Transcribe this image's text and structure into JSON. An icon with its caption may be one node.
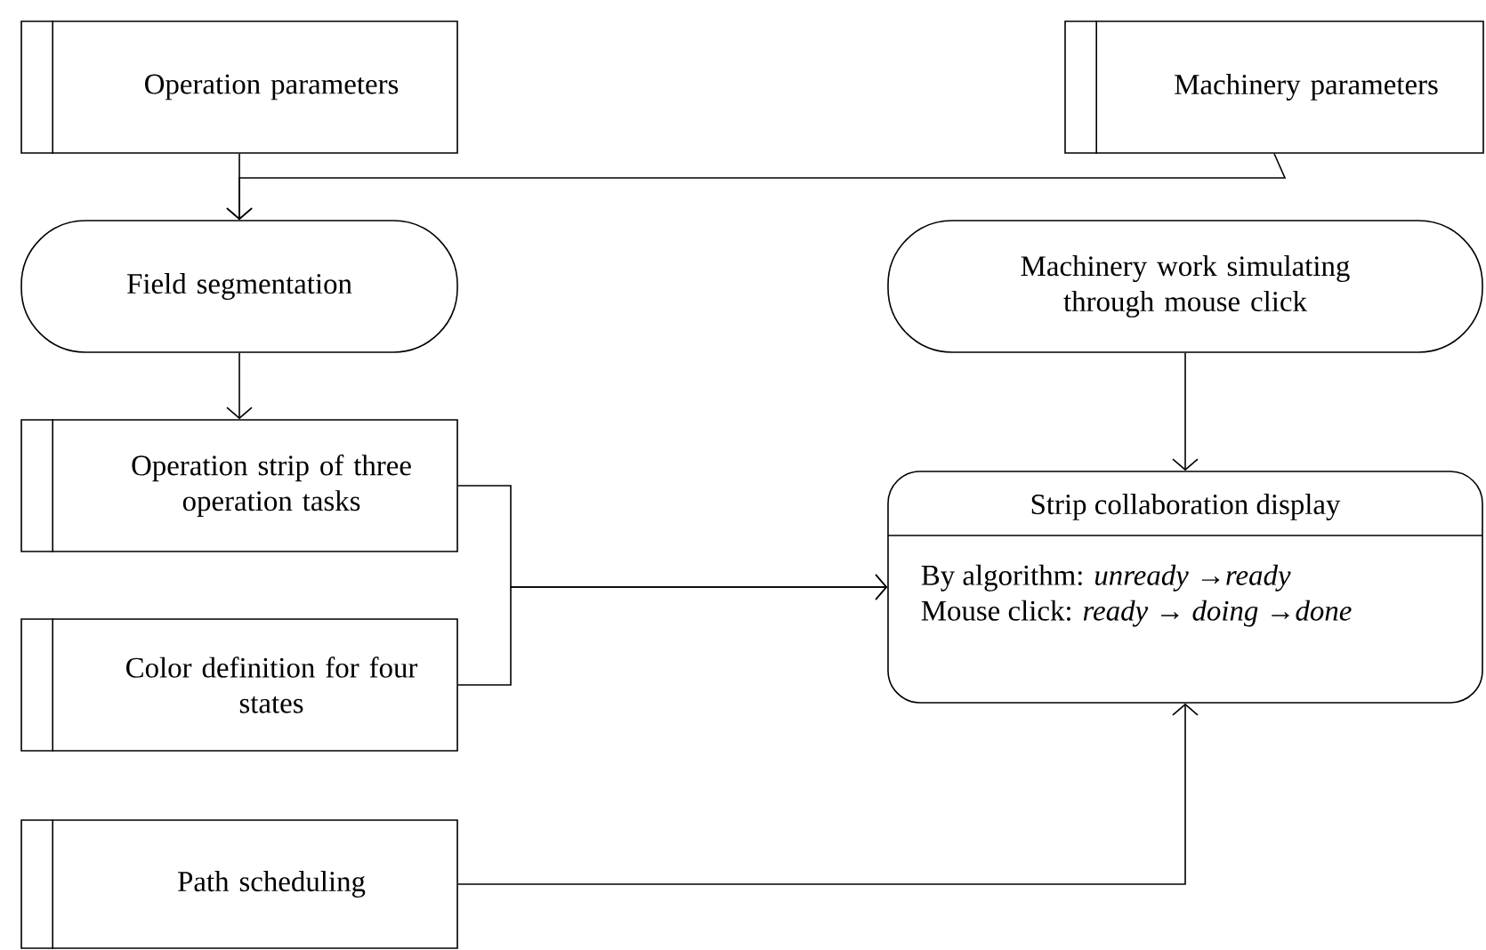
{
  "diagram": {
    "nodes": [
      {
        "text": [
          "Operation parameters"
        ]
      },
      {
        "text": [
          "Machinery parameters"
        ]
      },
      {
        "text": [
          "Field segmentation"
        ]
      },
      {
        "text": [
          "Machinery work simulating through mouse click"
        ]
      },
      {
        "text": [
          "Operation strip of three operation tasks"
        ]
      },
      {
        "text": [
          "Color definition for four states"
        ]
      },
      {
        "text": [
          "Strip collaboration display",
          "By algorithm: *unready* →*ready*",
          "Mouse click: *ready* → *doing* →*done*"
        ]
      },
      {
        "text": [
          "Path scheduling"
        ]
      }
    ],
    "edges": [
      {
        "from": 0,
        "to": 2,
        "arrow": "to"
      },
      {
        "from": 1,
        "to": 2,
        "arrow": "to"
      },
      {
        "from": 2,
        "to": 4,
        "arrow": "to"
      },
      {
        "from": 4,
        "to": 6,
        "arrow": "to"
      },
      {
        "from": 5,
        "to": 6,
        "arrow": "to"
      },
      {
        "from": 3,
        "to": 6,
        "arrow": "to"
      },
      {
        "from": 7,
        "to": 6,
        "arrow": "to"
      }
    ]
  }
}
